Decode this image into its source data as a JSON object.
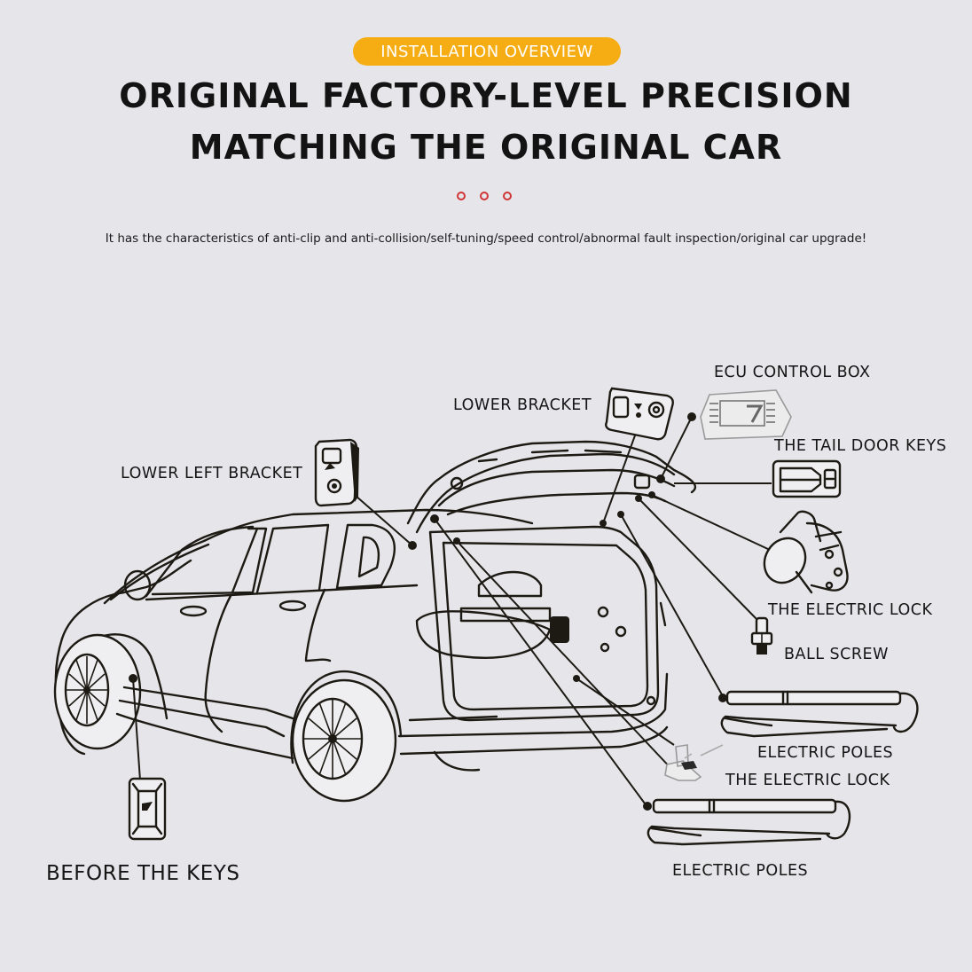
{
  "header": {
    "badge": "INSTALLATION OVERVIEW",
    "headline_line1": "ORIGINAL FACTORY-LEVEL PRECISION",
    "headline_line2": "MATCHING THE ORIGINAL CAR",
    "tagline": "It has the characteristics of anti-clip and anti-collision/self-tuning/speed control/abnormal fault inspection/original car upgrade!"
  },
  "colors": {
    "badge_bg": "#f6ad14",
    "dots": "#d03535",
    "background": "#e6e6ea",
    "line_art": "#1d1a14"
  },
  "decor": {
    "dot_count": 3
  },
  "components": [
    {
      "id": "ecu-control-box",
      "label": "ECU CONTROL BOX",
      "icon": "ecu-box-icon"
    },
    {
      "id": "lower-bracket",
      "label": "LOWER BRACKET",
      "icon": "bracket-icon"
    },
    {
      "id": "tail-door-keys",
      "label": "THE TAIL DOOR KEYS",
      "icon": "tail-door-switch-icon"
    },
    {
      "id": "lower-left-bracket",
      "label": "LOWER LEFT BRACKET",
      "icon": "bracket-icon"
    },
    {
      "id": "electric-lock-upper",
      "label": "THE ELECTRIC LOCK",
      "icon": "lock-actuator-icon"
    },
    {
      "id": "ball-screw",
      "label": "BALL SCREW",
      "icon": "ball-screw-icon"
    },
    {
      "id": "electric-poles-upper",
      "label": "ELECTRIC POLES",
      "icon": "strut-icon"
    },
    {
      "id": "electric-lock-lower",
      "label": "THE ELECTRIC LOCK",
      "icon": "latch-icon"
    },
    {
      "id": "electric-poles-lower",
      "label": "ELECTRIC POLES",
      "icon": "strut-icon"
    },
    {
      "id": "before-the-keys",
      "label": "BEFORE THE KEYS",
      "icon": "key-switch-icon"
    }
  ]
}
